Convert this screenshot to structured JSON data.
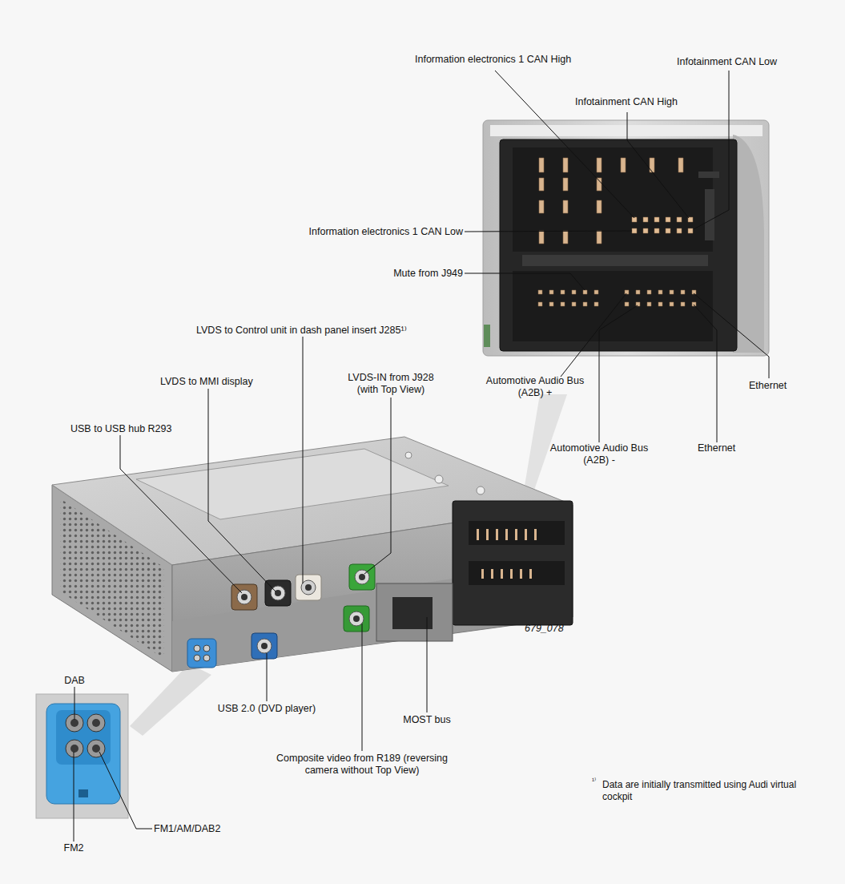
{
  "diagram": {
    "labels": [
      "Information electronics 1 CAN High",
      "Infotainment CAN Low",
      "Infotainment CAN High",
      "Information electronics 1 CAN Low",
      "Mute from J949",
      "LVDS to Control unit in dash panel insert J285¹⁾",
      "LVDS to MMI display",
      "LVDS-IN from J928 (with Top View)",
      "USB to USB hub R293",
      "Automotive Audio Bus (A2B) +",
      "Ethernet",
      "Automotive Audio Bus (A2B) -",
      "Ethernet",
      "679_078",
      "DAB",
      "USB 2.0 (DVD player)",
      "MOST bus",
      "Composite video from R189 (reversing camera without Top View)",
      "¹⁾",
      "Data are initially transmitted using Audi virtual cockpit",
      "FM2",
      "FM1/AM/DAB2"
    ]
  }
}
